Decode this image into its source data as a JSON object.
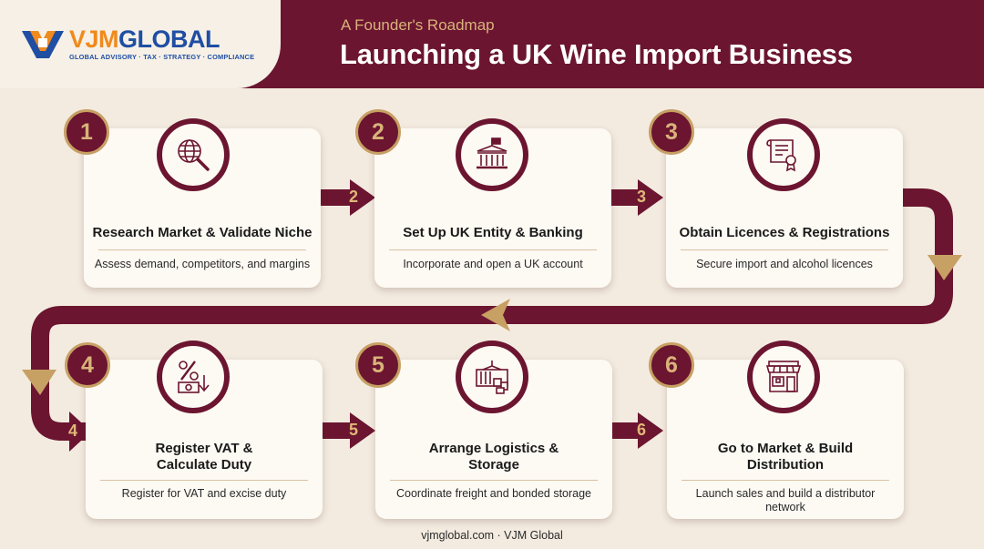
{
  "brand": {
    "name_part1": "VJM",
    "name_part2": "GLOBAL",
    "tagline": "GLOBAL ADVISORY · TAX · STRATEGY · COMPLIANCE"
  },
  "header": {
    "eyebrow": "A Founder's Roadmap",
    "title": "Launching a UK Wine Import Business"
  },
  "steps": [
    {
      "number": "1",
      "title": "Research Market & Validate Niche",
      "description": "Assess demand, competitors, and margins",
      "icon": "globe-search-icon"
    },
    {
      "number": "2",
      "title": "Set Up UK Entity & Banking",
      "description": "Incorporate and open a UK account",
      "icon": "bank-building-icon"
    },
    {
      "number": "3",
      "title": "Obtain Licences & Registrations",
      "description": "Secure import and alcohol licences",
      "icon": "certificate-icon"
    },
    {
      "number": "4",
      "title": "Register VAT & Calculate Duty",
      "description": "Register for VAT and excise duty",
      "icon": "tax-percent-icon"
    },
    {
      "number": "5",
      "title": "Arrange Logistics & Storage",
      "description": "Coordinate freight and bonded storage",
      "icon": "shipping-container-icon"
    },
    {
      "number": "6",
      "title": "Go to Market & Build Distribution",
      "description": "Launch sales and build a distributor network",
      "icon": "storefront-icon"
    }
  ],
  "connector_labels": [
    "2",
    "3",
    "4",
    "5",
    "6"
  ],
  "footer": "vjmglobal.com · VJM Global",
  "colors": {
    "primary": "#6b1530",
    "gold": "#c7a064",
    "background": "#f3ebe0",
    "card": "#fdf9f3"
  }
}
